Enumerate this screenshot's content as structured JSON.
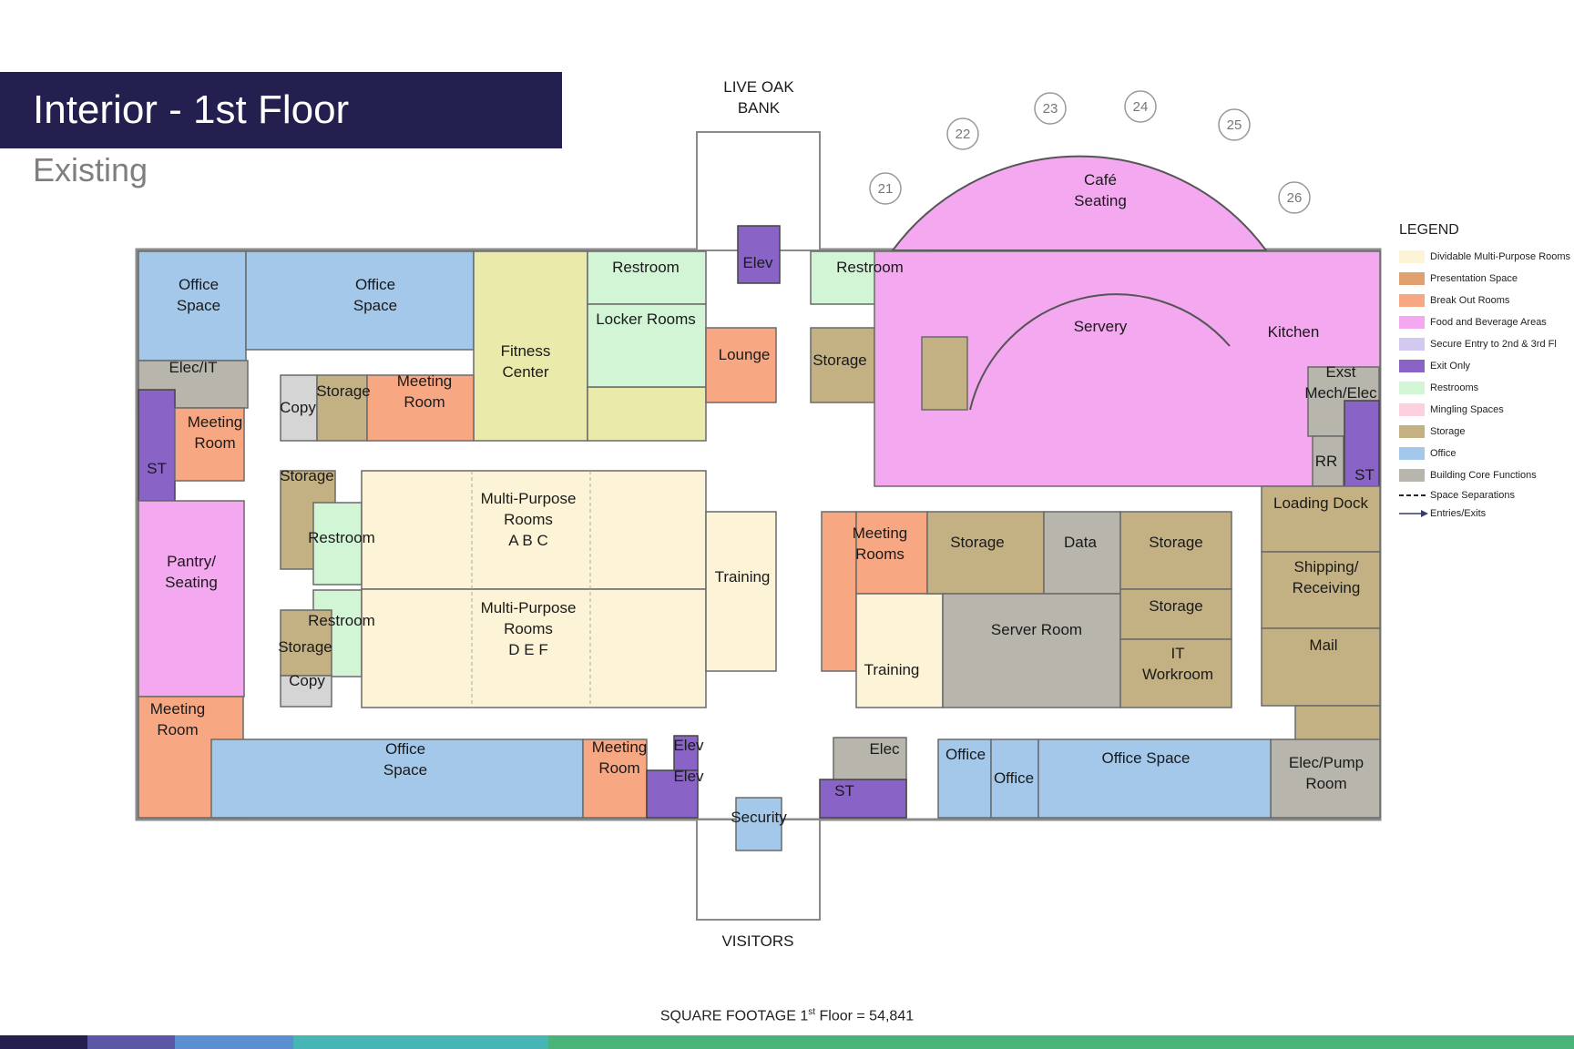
{
  "header": {
    "title": "Interior - 1st Floor",
    "subtitle": "Existing"
  },
  "footer": {
    "prefix": "SQUARE FOOTAGE 1",
    "sup": "st",
    "suffix": " Floor = 54,841"
  },
  "legend": {
    "title": "LEGEND",
    "items": [
      {
        "label": "Dividable Multi-Purpose Rooms",
        "color": "#fdf3d6"
      },
      {
        "label": "Presentation Space",
        "color": "#e0a070"
      },
      {
        "label": "Break Out Rooms",
        "color": "#f7a882"
      },
      {
        "label": "Food and Beverage Areas",
        "color": "#f3a8ef"
      },
      {
        "label": "Secure Entry to 2nd & 3rd Fl",
        "color": "#d2c8f0"
      },
      {
        "label": "Exit Only",
        "color": "#8a63c7"
      },
      {
        "label": "Restrooms",
        "color": "#d1f5d5"
      },
      {
        "label": "Mingling Spaces",
        "color": "#fcd0df"
      },
      {
        "label": "Storage",
        "color": "#c4b183"
      },
      {
        "label": "Office",
        "color": "#a3c8ea"
      },
      {
        "label": "Building Core Functions",
        "color": "#b8b5ac"
      }
    ],
    "lines": [
      {
        "label": "Space Separations"
      },
      {
        "label": "Entries/Exits"
      }
    ]
  },
  "entrances": {
    "top": "LIVE OAK\nBANK",
    "top_1": "LIVE OAK",
    "top_2": "BANK",
    "bottom": "VISITORS"
  },
  "columns": [
    "21",
    "22",
    "23",
    "24",
    "25",
    "26"
  ],
  "rooms": {
    "office_space_1": "Office\nSpace",
    "office_space_2": "Office\nSpace",
    "fitness": "Fitness\nCenter",
    "restroom_top_l": "Restroom",
    "locker": "Locker Rooms",
    "elev_top": "Elev",
    "restroom_top_r": "Restroom",
    "lounge": "Lounge",
    "storage_r1": "Storage",
    "cafe": "Café\nSeating",
    "servery": "Servery",
    "kitchen": "Kitchen",
    "exst_mech": "Exst\nMech/Elec",
    "rr": "RR",
    "st_right": "ST",
    "elec_it": "Elec/IT",
    "copy_1": "Copy",
    "storage_l1": "Storage",
    "meeting_room_1": "Meeting\nRoom",
    "meeting_room_2": "Meeting\nRoom",
    "st_left": "ST",
    "storage_l2": "Storage",
    "restroom_l1": "Restroom",
    "restroom_l2": "Restroom",
    "storage_l3": "Storage",
    "copy_2": "Copy",
    "pantry": "Pantry/\nSeating",
    "mpr_abc": "Multi-Purpose\nRooms\nA B C",
    "mpr_def": "Multi-Purpose\nRooms\nD E F",
    "training_1": "Training",
    "meeting_rooms_r": "Meeting\nRooms",
    "storage_r2": "Storage",
    "data": "Data",
    "storage_r3": "Storage",
    "storage_r4": "Storage",
    "server_room": "Server Room",
    "it_workroom": "IT\nWorkroom",
    "training_2": "Training",
    "loading_dock": "Loading Dock",
    "shipping": "Shipping/\nReceiving",
    "mail": "Mail",
    "meeting_room_3": "Meeting\nRoom",
    "office_space_3": "Office\nSpace",
    "meeting_room_4": "Meeting\nRoom",
    "elev_b1": "Elev",
    "elev_b2": "Elev",
    "security": "Security",
    "st_bottom": "ST",
    "elec": "Elec",
    "office_1": "Office",
    "office_2": "Office",
    "office_space_4": "Office Space",
    "elec_pump": "Elec/Pump\nRoom"
  },
  "colors": {
    "office": "#a3c8ea",
    "storage": "#c4b183",
    "core": "#b8b5ac",
    "food": "#f3a8ef",
    "breakout": "#f7a882",
    "restroom": "#d1f5d5",
    "exit": "#8a63c7",
    "multi": "#fdf3d6",
    "fitness": "#eaeaaa",
    "outline": "#6a6a6a"
  },
  "band_colors": [
    "#23204f",
    "#5b57a6",
    "#5a8fd0",
    "#45b5b5",
    "#48b47a"
  ]
}
